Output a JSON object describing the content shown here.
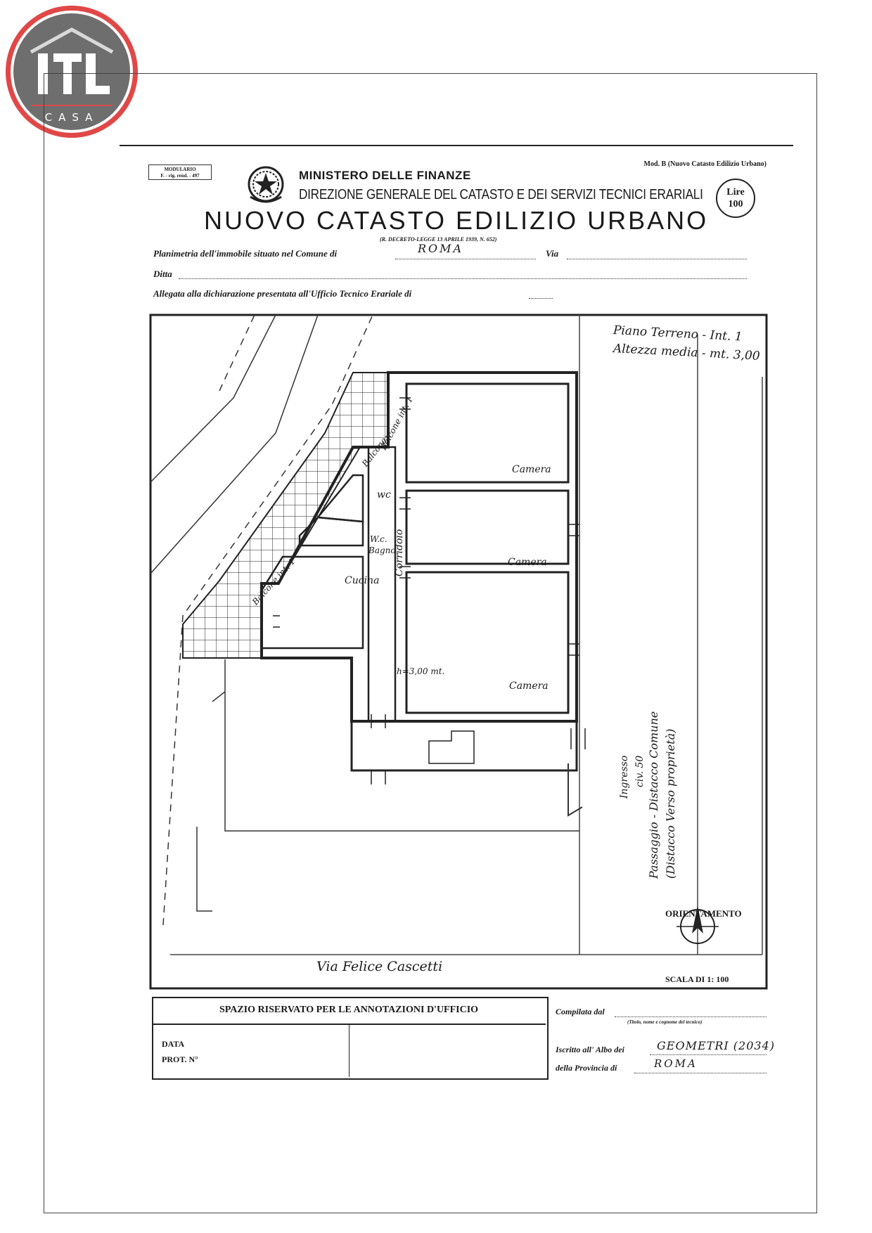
{
  "logo": {
    "brand": "ITL",
    "sub": "CASA",
    "accent": "#e04848"
  },
  "header": {
    "modulario_line1": "MODULARIO",
    "modulario_line2": "F. - rig. rend. - 497",
    "mod_b": "Mod. B (Nuovo Catasto Edilizio Urbano)",
    "ministero": "MINISTERO DELLE FINANZE",
    "direzione": "DIREZIONE GENERALE DEL CATASTO E DEI SERVIZI TECNICI ERARIALI",
    "lire_label": "Lire",
    "lire_value": "100",
    "title": "NUOVO CATASTO EDILIZIO URBANO",
    "decreto": "(R. DECRETO-LEGGE 13 APRILE 1939, N. 652)"
  },
  "form": {
    "planimetria_label": "Planimetria dell'immobile situato nel Comune di",
    "comune_value": "ROMA",
    "via_label": "Via",
    "ditta_label": "Ditta",
    "allegata_label": "Allegata alla dichiarazione presentata all'Ufficio Tecnico Erariale di"
  },
  "plan": {
    "piano": "Piano Terreno - Int. 1",
    "altezza": "Altezza media - mt. 3,00",
    "rooms": {
      "camera1": "Camera",
      "camera2": "Camera",
      "camera3": "Camera",
      "wc": "wc",
      "wc_bagno_1": "W.c.",
      "wc_bagno_2": "Bagno",
      "cucina": "Cucina",
      "corridoio": "Corridoio",
      "h_label": "h=3,00 mt.",
      "balcone_top": "Balcone int. 1",
      "balcone_mid": "Balcone",
      "balcone_low": "Balcone int. 1"
    },
    "side": {
      "ingresso": "Ingresso",
      "civico": "civ. 50",
      "passaggio": "Passaggio - Distacco Comune",
      "distacco": "(Distacco Verso proprietà)"
    },
    "street": "Via Felice Cascetti",
    "orientamento": "ORIENTAMENTO",
    "scala": "SCALA DI 1: 100"
  },
  "footer": {
    "spazio": "SPAZIO RISERVATO PER LE ANNOTAZIONI D'UFFICIO",
    "data": "DATA",
    "prot": "PROT. N°",
    "compilata_label": "Compilata dal",
    "compilata_sub": "(Titolo, nome e cognome del tecnico)",
    "iscritto_label": "Iscritto all' Albo dei",
    "iscritto_value": "GEOMETRI (2034)",
    "provincia_label": "della Provincia di",
    "provincia_value": "ROMA"
  }
}
